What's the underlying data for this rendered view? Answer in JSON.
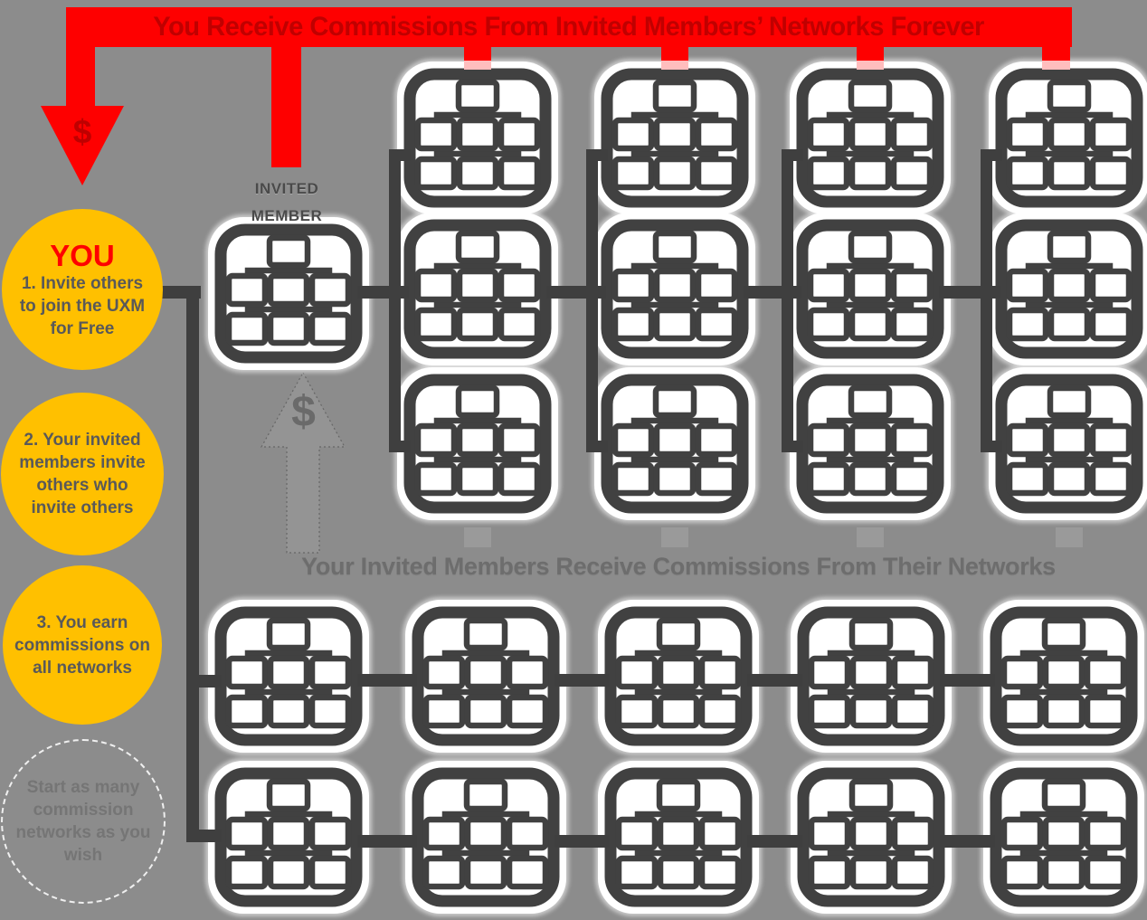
{
  "top_banner": {
    "text": "You Receive Commissions From Invited Members’ Networks Forever",
    "dollar": "$",
    "band_color": "#fe0000",
    "text_color": "#c00000"
  },
  "steps": [
    {
      "heading": "YOU",
      "body": "1. Invite others to join the UXM for Free",
      "style": "solid"
    },
    {
      "heading": "",
      "body": "2. Your invited members invite others who invite others",
      "style": "solid"
    },
    {
      "heading": "",
      "body": "3. You earn commissions on all networks",
      "style": "solid"
    },
    {
      "heading": "",
      "body": "Start as many commission networks as you wish",
      "style": "dashed"
    }
  ],
  "invited_member": {
    "line1": "INVITED",
    "line2": "MEMBER"
  },
  "middle_banner": {
    "text": "Your Invited Members Receive Commissions From Their Networks",
    "dollar": "$",
    "text_color": "#6d6d6d"
  },
  "icons": {
    "network": "org-chart-icon"
  },
  "grids": {
    "invited_networks": {
      "columns": 4,
      "rows": 3
    },
    "your_networks": {
      "columns": 5,
      "rows": 2
    }
  },
  "colors": {
    "background": "#8c8c8c",
    "connector_dark": "#3f3f3f",
    "ghost_gray": "#9a9a9a",
    "step_circle": "#ffc000",
    "step_text": "#595959",
    "red": "#fe0000",
    "dark_red_text": "#c00000"
  }
}
